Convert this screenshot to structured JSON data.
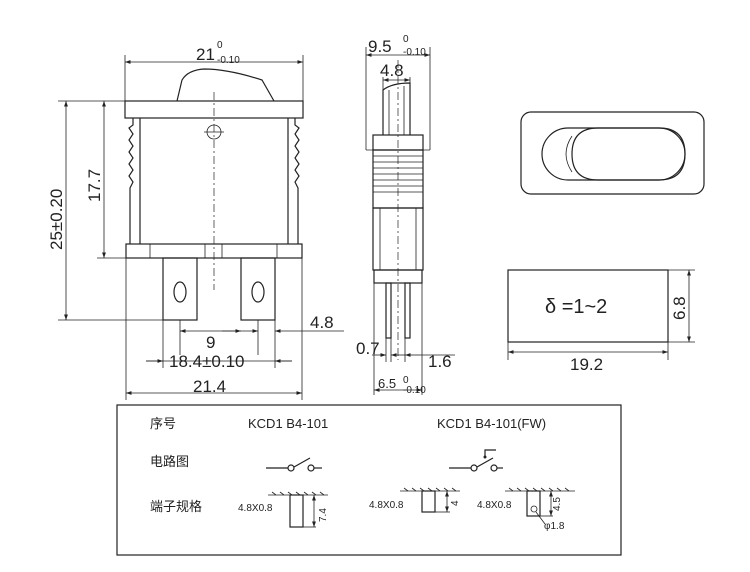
{
  "top_view": {
    "width_main": "21",
    "width_tol_upper": "0",
    "width_tol_lower": "-0.10",
    "height_total": "25±0.20",
    "height_body": "17.7",
    "terminal_pitch": "9",
    "terminal_span": "18.4±0.10",
    "overall_width": "21.4",
    "terminal_width": "4.8"
  },
  "side_view": {
    "width_main": "9.5",
    "width_tol_upper": "0",
    "width_tol_lower": "-0.10",
    "rocker_width": "4.8",
    "pin_thickness": "0.7",
    "pin_gap": "1.6",
    "base_width": "6.5",
    "base_tol_upper": "0",
    "base_tol_lower": "-0.10"
  },
  "panel_cutout": {
    "thickness_label": "δ =1~2",
    "width": "19.2",
    "height": "6.8"
  },
  "table": {
    "header_label": "序号",
    "model_1": "KCD1 B4-101",
    "model_2": "KCD1 B4-101(FW)",
    "row_circuit_label": "电路图",
    "row_terminal_label": "端子规格",
    "term1_size": "4.8X0.8",
    "term1_length": "7.4",
    "term2_size": "4.8X0.8",
    "term2_length": "4",
    "term3_size": "4.8X0.8",
    "term3_length": "4.5",
    "term3_hole": "φ1.8"
  }
}
